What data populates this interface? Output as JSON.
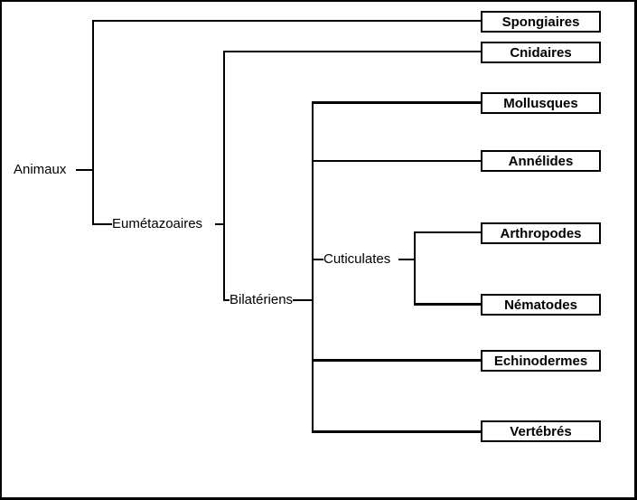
{
  "diagram": {
    "type": "cladogram",
    "language": "fr",
    "root": {
      "label": "Animaux"
    },
    "internal_nodes": [
      {
        "label": "Eumétazoaires"
      },
      {
        "label": "Bilatériens"
      },
      {
        "label": "Cuticulates"
      }
    ],
    "leaves": [
      {
        "label": "Spongiaires"
      },
      {
        "label": "Cnidaires"
      },
      {
        "label": "Mollusques"
      },
      {
        "label": "Annélides"
      },
      {
        "label": "Arthropodes"
      },
      {
        "label": "Nématodes"
      },
      {
        "label": "Echinodermes"
      },
      {
        "label": "Vertébrés"
      }
    ],
    "hierarchy": {
      "Animaux": [
        "Spongiaires",
        "Eumétazoaires"
      ],
      "Eumétazoaires": [
        "Cnidaires",
        "Bilatériens"
      ],
      "Bilatériens": [
        "Mollusques",
        "Annélides",
        "Cuticulates",
        "Echinodermes",
        "Vertébrés"
      ],
      "Cuticulates": [
        "Arthropodes",
        "Nématodes"
      ]
    },
    "colors": {
      "line": "#000000",
      "background": "#ffffff",
      "text": "#000000"
    }
  }
}
